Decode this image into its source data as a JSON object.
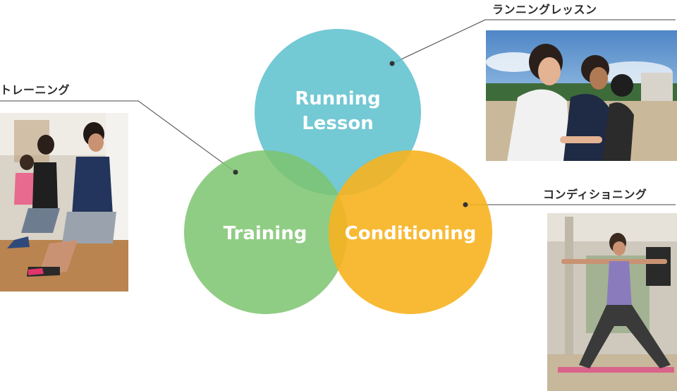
{
  "circles": {
    "running": {
      "line1": "Running",
      "line2": "Lesson",
      "color": "#5bc0cc"
    },
    "training": {
      "label": "Training",
      "color": "#7cc46e"
    },
    "conditioning": {
      "label": "Conditioning",
      "color": "#f7b21f"
    }
  },
  "callouts": {
    "running": "ランニングレッスン",
    "training": "トレーニング",
    "conditioning": "コンディショニング"
  },
  "photos": {
    "running": "running-lesson-photo",
    "training": "training-class-photo",
    "conditioning": "yoga-pose-photo"
  }
}
